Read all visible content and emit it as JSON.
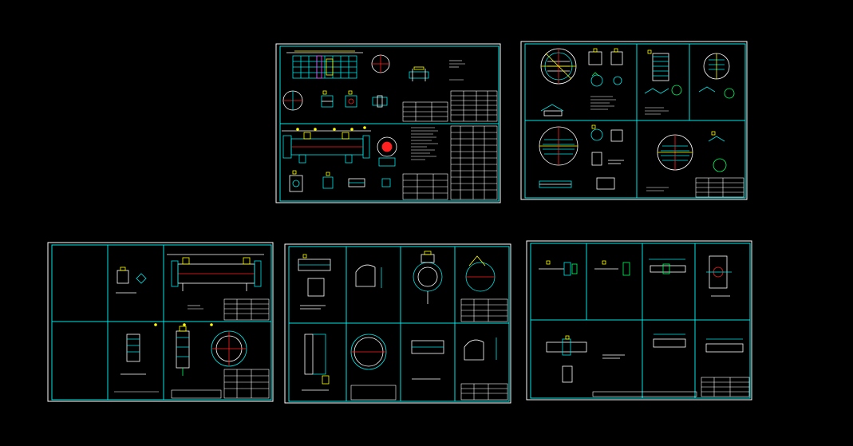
{
  "app": {
    "title": ""
  },
  "colors": {
    "background": "#000000",
    "sheet_border": "#ffffff",
    "frame_line": "#00e5e5",
    "detail_line": "#ffffff",
    "accent_yellow": "#ffff00",
    "accent_red": "#ff2020",
    "accent_green": "#00ff60",
    "accent_magenta": "#ff40ff"
  },
  "sheets": [
    {
      "id": "sheet-1",
      "name": "drawing-sheet-top-center"
    },
    {
      "id": "sheet-2",
      "name": "drawing-sheet-top-right"
    },
    {
      "id": "sheet-3",
      "name": "drawing-sheet-bottom-left"
    },
    {
      "id": "sheet-4",
      "name": "drawing-sheet-bottom-center"
    },
    {
      "id": "sheet-5",
      "name": "drawing-sheet-bottom-right"
    }
  ]
}
